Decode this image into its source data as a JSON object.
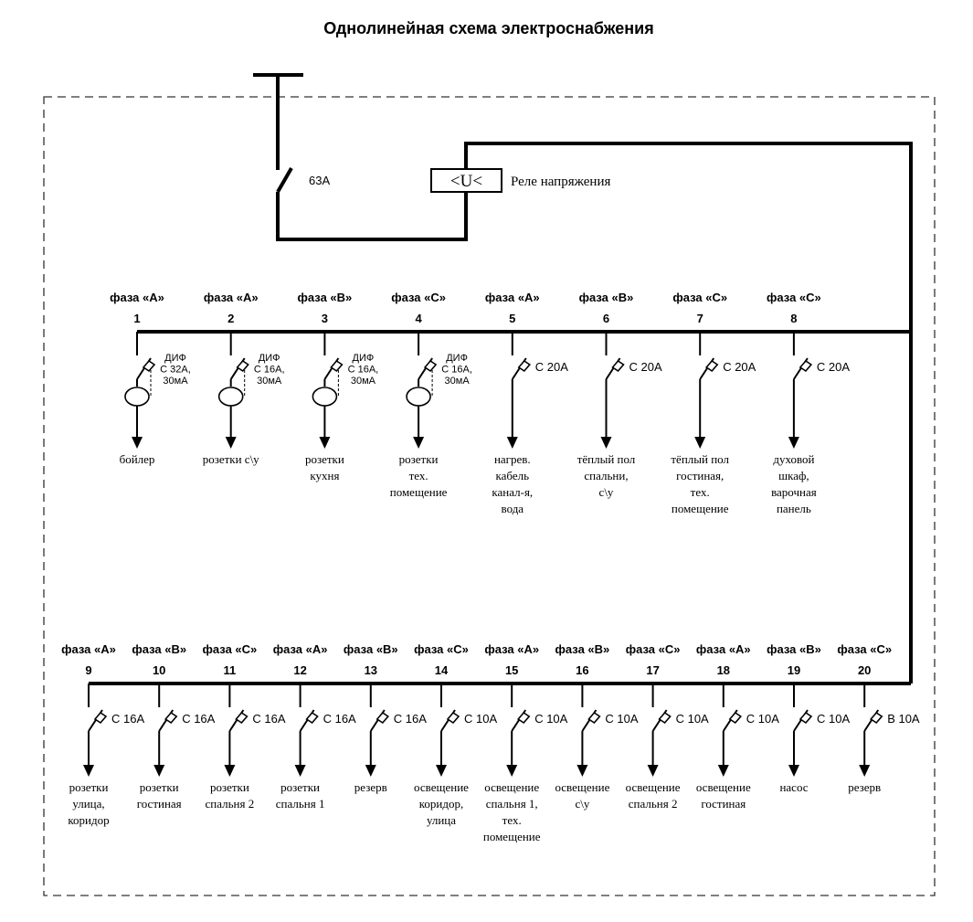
{
  "title": "Однолинейная схема электроснабжения",
  "main_breaker": {
    "rating": "63А"
  },
  "voltage_relay": {
    "symbol": "<U<",
    "label": "Реле напряжения"
  },
  "group1": [
    {
      "phase": "фаза «А»",
      "number": "1",
      "type": "dif",
      "rating_lines": [
        "ДИФ",
        "С 32А,",
        "30мА"
      ],
      "load_lines": [
        "бойлер"
      ]
    },
    {
      "phase": "фаза «А»",
      "number": "2",
      "type": "dif",
      "rating_lines": [
        "ДИФ",
        "С 16А,",
        "30мА"
      ],
      "load_lines": [
        "розетки с\\у"
      ]
    },
    {
      "phase": "фаза «В»",
      "number": "3",
      "type": "dif",
      "rating_lines": [
        "ДИФ",
        "С 16А,",
        "30мА"
      ],
      "load_lines": [
        "розетки",
        "кухня"
      ]
    },
    {
      "phase": "фаза «С»",
      "number": "4",
      "type": "dif",
      "rating_lines": [
        "ДИФ",
        "С 16А,",
        "30мА"
      ],
      "load_lines": [
        "розетки",
        "тех.",
        "помещение"
      ]
    },
    {
      "phase": "фаза «А»",
      "number": "5",
      "type": "breaker",
      "rating_lines": [
        "С 20А"
      ],
      "load_lines": [
        "нагрев.",
        "кабель",
        "канал-я,",
        "вода"
      ]
    },
    {
      "phase": "фаза «В»",
      "number": "6",
      "type": "breaker",
      "rating_lines": [
        "С 20А"
      ],
      "load_lines": [
        "тёплый пол",
        "спальни,",
        "с\\у"
      ]
    },
    {
      "phase": "фаза «С»",
      "number": "7",
      "type": "breaker",
      "rating_lines": [
        "С 20А"
      ],
      "load_lines": [
        "тёплый пол",
        "гостиная,",
        "тех.",
        "помещение"
      ]
    },
    {
      "phase": "фаза «С»",
      "number": "8",
      "type": "breaker",
      "rating_lines": [
        "С 20А"
      ],
      "load_lines": [
        "духовой",
        "шкаф,",
        "варочная",
        "панель"
      ]
    }
  ],
  "group2": [
    {
      "phase": "фаза «А»",
      "number": "9",
      "type": "breaker",
      "rating_lines": [
        "С 16А"
      ],
      "load_lines": [
        "розетки",
        "улица,",
        "коридор"
      ]
    },
    {
      "phase": "фаза «В»",
      "number": "10",
      "type": "breaker",
      "rating_lines": [
        "С 16А"
      ],
      "load_lines": [
        "розетки",
        "гостиная"
      ]
    },
    {
      "phase": "фаза «С»",
      "number": "11",
      "type": "breaker",
      "rating_lines": [
        "С 16А"
      ],
      "load_lines": [
        "розетки",
        "спальня 2"
      ]
    },
    {
      "phase": "фаза «А»",
      "number": "12",
      "type": "breaker",
      "rating_lines": [
        "С 16А"
      ],
      "load_lines": [
        "розетки",
        "спальня 1"
      ]
    },
    {
      "phase": "фаза «В»",
      "number": "13",
      "type": "breaker",
      "rating_lines": [
        "С 16А"
      ],
      "load_lines": [
        "резерв"
      ]
    },
    {
      "phase": "фаза «С»",
      "number": "14",
      "type": "breaker",
      "rating_lines": [
        "С 10А"
      ],
      "load_lines": [
        "освещение",
        "коридор,",
        "улица"
      ]
    },
    {
      "phase": "фаза «А»",
      "number": "15",
      "type": "breaker",
      "rating_lines": [
        "С 10А"
      ],
      "load_lines": [
        "освещение",
        "спальня 1,",
        "тех.",
        "помещение"
      ]
    },
    {
      "phase": "фаза «В»",
      "number": "16",
      "type": "breaker",
      "rating_lines": [
        "С 10А"
      ],
      "load_lines": [
        "освещение",
        "с\\у"
      ]
    },
    {
      "phase": "фаза «С»",
      "number": "17",
      "type": "breaker",
      "rating_lines": [
        "С 10А"
      ],
      "load_lines": [
        "освещение",
        "спальня 2"
      ]
    },
    {
      "phase": "фаза «А»",
      "number": "18",
      "type": "breaker",
      "rating_lines": [
        "С 10А"
      ],
      "load_lines": [
        "освещение",
        "гостиная"
      ]
    },
    {
      "phase": "фаза «В»",
      "number": "19",
      "type": "breaker",
      "rating_lines": [
        "С 10А"
      ],
      "load_lines": [
        "насос"
      ]
    },
    {
      "phase": "фаза «С»",
      "number": "20",
      "type": "breaker",
      "rating_lines": [
        "В 10А"
      ],
      "load_lines": [
        "резерв"
      ]
    }
  ]
}
